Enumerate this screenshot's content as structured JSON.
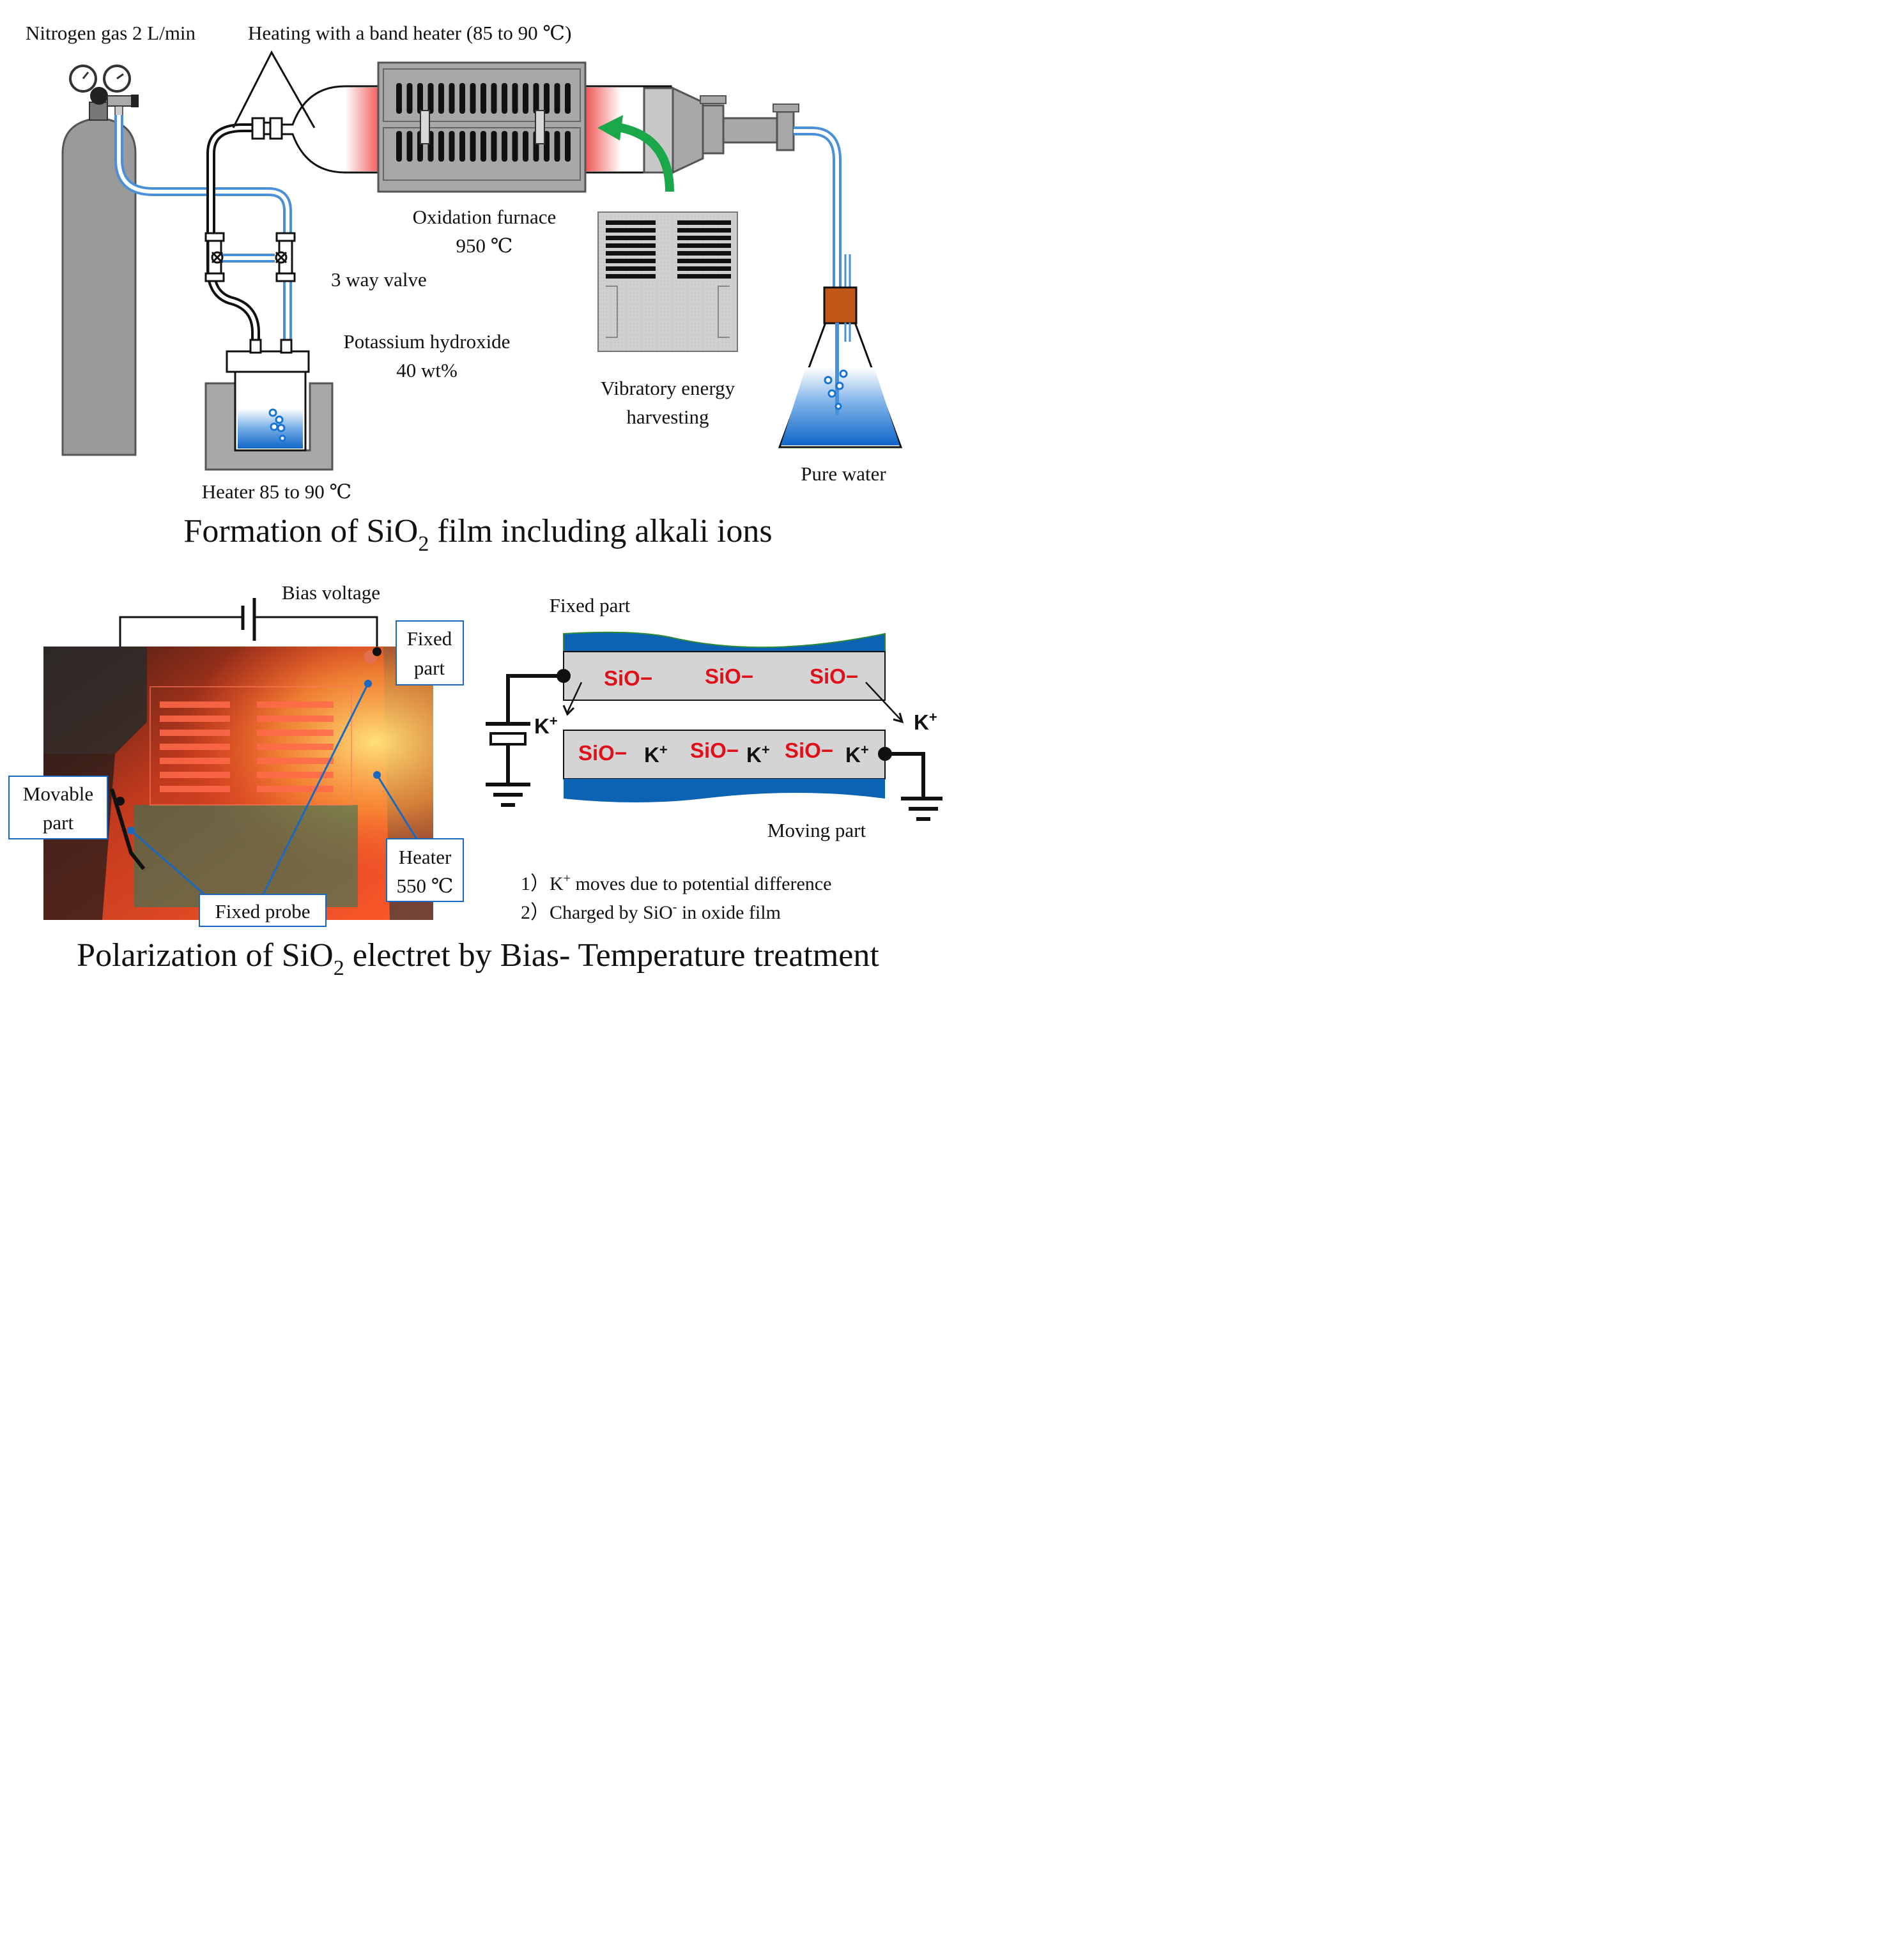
{
  "top": {
    "nitrogen_label": "Nitrogen gas 2 L/min",
    "band_heater_label": "Heating with a band heater (85 to 90 ℃)",
    "furnace_label": "Oxidation furnace",
    "furnace_temp": "950 ℃",
    "valve_label": "3 way valve",
    "koh_label": "Potassium hydroxide",
    "koh_conc": "40 wt%",
    "heater_label": "Heater 85 to 90 ℃",
    "harvester_label_1": "Vibratory energy",
    "harvester_label_2": "harvesting",
    "water_label": "Pure water",
    "title_prefix": "Formation of SiO",
    "title_sub": "2",
    "title_suffix": " film including alkali ions"
  },
  "bottom": {
    "bias_label": "Bias voltage",
    "photo_fixed_1": "Fixed",
    "photo_fixed_2": "part",
    "movable_1": "Movable",
    "movable_2": "part",
    "heater_1": "Heater",
    "heater_2": "550 ℃",
    "probe_label": "Fixed probe",
    "fixed_part_label": "Fixed part",
    "moving_part_label": "Moving part",
    "sio_minus": "SiO−",
    "k_plus": "K",
    "k_sup": "+",
    "note1_prefix": "1）K",
    "note1_sup": "+",
    "note1_suffix": " moves due to potential difference",
    "note2_prefix": "2）Charged by SiO",
    "note2_sup": "-",
    "note2_suffix": " in oxide film",
    "title_prefix": "Polarization of SiO",
    "title_sub": "2",
    "title_suffix": " electret by Bias- Temperature treatment"
  },
  "colors": {
    "tube_blue": "#4a90d9",
    "water_blue": "#1874d0",
    "device_grey": "#a8a8a8",
    "heat_red": "#f04848",
    "arrow_green": "#1aa84a",
    "ion_red": "#e0101a",
    "plate_blue": "#0c63b4",
    "stopper": "#c0581a"
  }
}
